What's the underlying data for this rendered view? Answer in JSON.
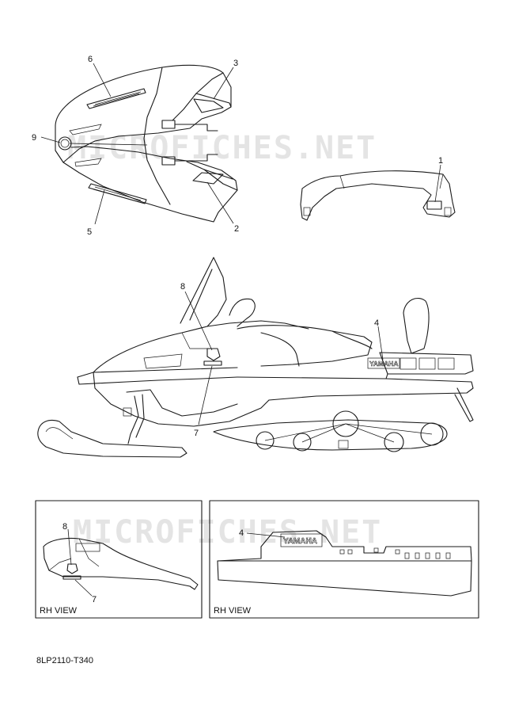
{
  "watermark": "MICROFICHES.NET",
  "callouts": {
    "c1": "1",
    "c2": "2",
    "c3": "3",
    "c4": "4",
    "c5": "5",
    "c6": "6",
    "c7": "7",
    "c8": "8",
    "c9": "9",
    "c4b": "4",
    "c7b": "7",
    "c8b": "8"
  },
  "decal_text": {
    "side_decal": "YAMAHA",
    "rear_decal": "YAMAHA"
  },
  "views": {
    "left_label": "RH VIEW",
    "right_label": "RH VIEW"
  },
  "diagram_code": "8LP2110-T340"
}
